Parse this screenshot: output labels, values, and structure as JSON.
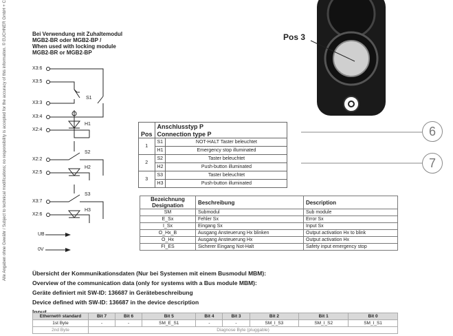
{
  "side_note": "Alle Angaben ohne Gewähr / Subject to technical modifications; no responsibility is accepted for the accuracy of this information. © EUCHNER GmbH + Co. KG",
  "header": {
    "line1": "Bei Verwendung mit Zuhaltemodul",
    "line2": "MGB2-BR oder MGB2-BP /",
    "line3": "When used with locking module",
    "line4": "MGB2-BR or MGB2-BP"
  },
  "terminals": [
    "X3:6",
    "X3:5",
    "X3:3",
    "X3:4",
    "X2:4",
    "X2:2",
    "X2:5",
    "X3:7",
    "X2:6",
    "UB",
    "0V"
  ],
  "components": [
    "S1",
    "H1",
    "S2",
    "H2",
    "S3",
    "H3"
  ],
  "pos_label": "Pos 3",
  "callouts": [
    "6",
    "7"
  ],
  "conn_table": {
    "pos_header": "Pos",
    "title_de": "Anschlusstyp P",
    "title_en": "Connection type P",
    "rows": [
      {
        "pos": "1",
        "items": [
          {
            "code": "S1",
            "text": "NOT-HALT Taster beleuchtet"
          },
          {
            "code": "H1",
            "text": "Emergency stop illuminated"
          }
        ]
      },
      {
        "pos": "2",
        "items": [
          {
            "code": "S2",
            "text": "Taster beleuchtet"
          },
          {
            "code": "H2",
            "text": "Push-button illuminated"
          }
        ]
      },
      {
        "pos": "3",
        "items": [
          {
            "code": "S3",
            "text": "Taster beleuchtet"
          },
          {
            "code": "H3",
            "text": "Push-button illuminated"
          }
        ]
      }
    ]
  },
  "desig_table": {
    "headers": [
      "Bezeichnung Designation",
      "Beschreibung",
      "Description"
    ],
    "rows": [
      [
        "SM",
        "Submodul",
        "Sub module"
      ],
      [
        "E_Sx",
        "Fehler Sx",
        "Error Sx"
      ],
      [
        "I_Sx",
        "Eingang Sx",
        "Input Sx"
      ],
      [
        "O_Hx_B",
        "Ausgang Ansteuerung Hx blinken",
        "Output activation Hx to blink"
      ],
      [
        "O_Hx",
        "Ausgang Ansteuerung Hx",
        "Output activation Hx"
      ],
      [
        "FI_ES",
        "Sicherer Eingang Not-Halt",
        "Safety input emergency stop"
      ]
    ]
  },
  "overview": {
    "line1": "Übersicht der Kommunikationsdaten (Nur bei Systemen mit einem Busmodul MBM):",
    "line2": "Overview of the communication data (only for systems with a Bus module MBM):",
    "line3": "Geräte definiert mit SW-ID: 136687 in Gerätebeschreibung",
    "line4": "Device defined with SW-ID: 136687 in the device description",
    "line5": "Input"
  },
  "eth_table": {
    "headers": [
      "Ethernet® standard",
      "Bit 7",
      "Bit 6",
      "Bit 5",
      "Bit 4",
      "Bit 3",
      "Bit 2",
      "Bit 1",
      "Bit 0"
    ],
    "row1": [
      "1st Byte",
      "-",
      "-",
      "SM_E_S1",
      "-",
      "-",
      "SM_I_S3",
      "SM_I_S2",
      "SM_I_S1"
    ],
    "row2_label": "2nd Byte",
    "row2_value": "Diagnose Byte (pluggable)"
  }
}
